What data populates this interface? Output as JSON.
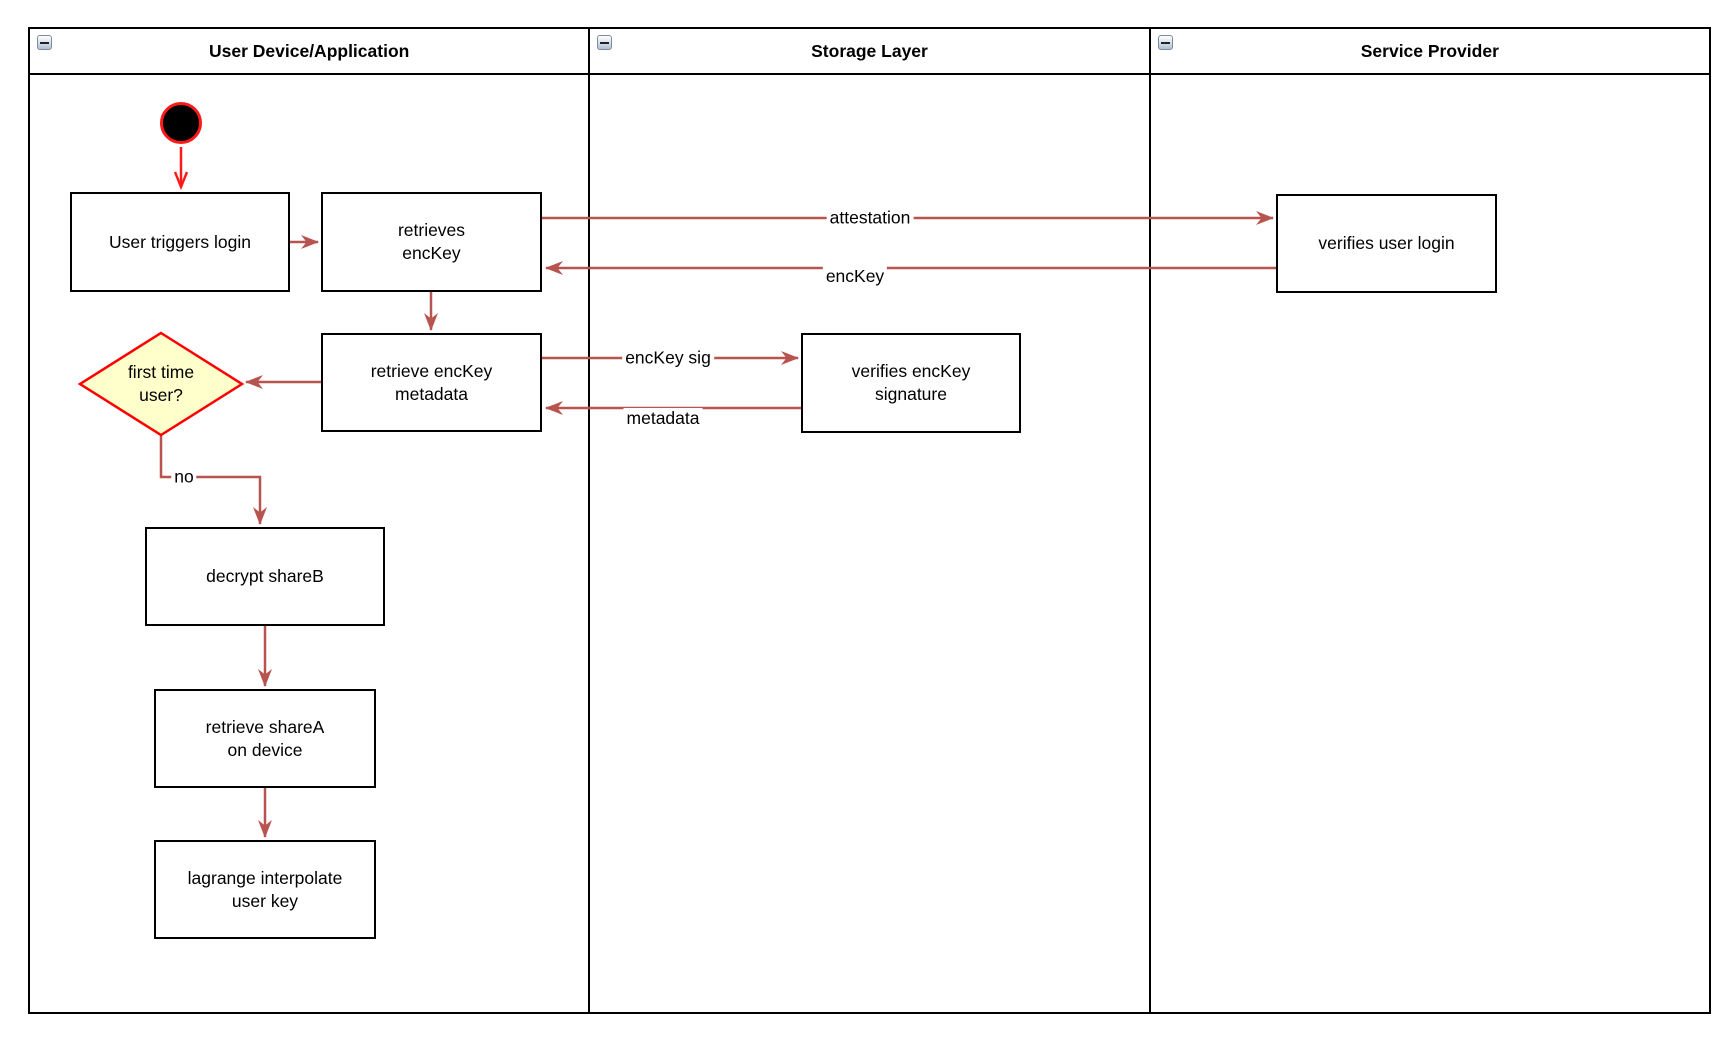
{
  "lanes": {
    "user_device": {
      "label": "User Device/Application"
    },
    "storage_layer": {
      "label": "Storage Layer"
    },
    "service_provider": {
      "label": "Service Provider"
    }
  },
  "nodes": {
    "user_triggers_login": {
      "label": "User triggers login"
    },
    "retrieves_enckey": {
      "label": "retrieves\nencKey"
    },
    "retrieve_enckey_metadata": {
      "label": "retrieve encKey\nmetadata"
    },
    "first_time_user": {
      "label": "first time\nuser?"
    },
    "decrypt_shareb": {
      "label": "decrypt shareB"
    },
    "retrieve_sharea_on_device": {
      "label": "retrieve shareA\non device"
    },
    "lagrange_interpolate_user_key": {
      "label": "lagrange interpolate\nuser key"
    },
    "verifies_enckey_signature": {
      "label": "verifies encKey\nsignature"
    },
    "verifies_user_login": {
      "label": "verifies user login"
    }
  },
  "edge_labels": {
    "attestation": "attestation",
    "enckey": "encKey",
    "enckey_sig": "encKey sig",
    "metadata": "metadata",
    "no": "no"
  },
  "colors": {
    "edge": "#b85450",
    "start_edge": "#ff1a1a",
    "decision_fill": "#ffffcc",
    "decision_stroke": "#ff0000",
    "node_border": "#000000",
    "node_fill": "#ffffff"
  },
  "icons": {
    "lane_collapse": "minus-square-icon",
    "start": "initial-node-circle"
  }
}
